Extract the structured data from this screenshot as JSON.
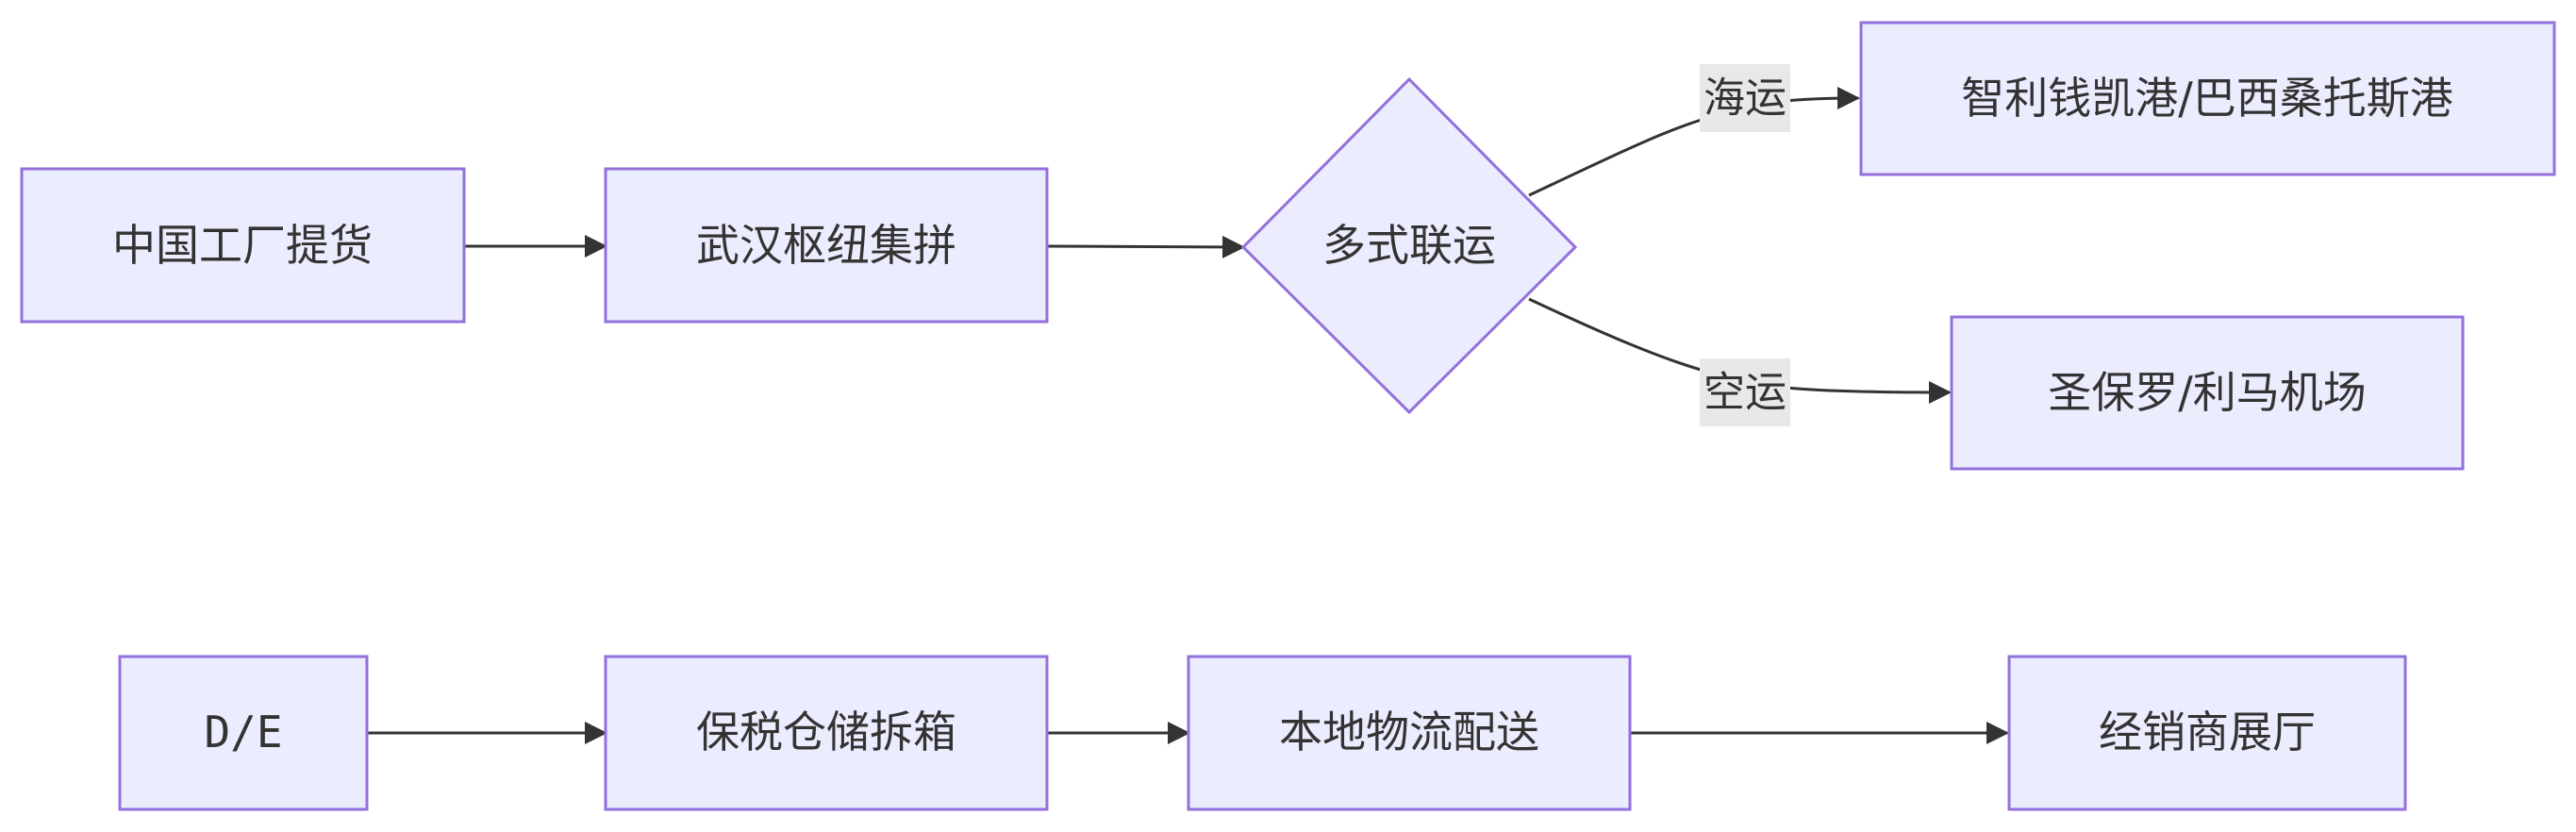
{
  "diagram": {
    "type": "flowchart",
    "nodes": {
      "pickup": "中国工厂提货",
      "hub": "武汉枢纽集拼",
      "multimodal": "多式联运",
      "seaport": "智利钱凯港/巴西桑托斯港",
      "airport": "圣保罗/利马机场",
      "de": "D/E",
      "bonded": "保税仓储拆箱",
      "local": "本地物流配送",
      "showroom": "经销商展厅"
    },
    "edge_labels": {
      "sea": "海运",
      "air": "空运"
    },
    "edges": [
      {
        "from": "pickup",
        "to": "hub"
      },
      {
        "from": "hub",
        "to": "multimodal"
      },
      {
        "from": "multimodal",
        "to": "seaport",
        "label": "海运"
      },
      {
        "from": "multimodal",
        "to": "airport",
        "label": "空运"
      },
      {
        "from": "de",
        "to": "bonded"
      },
      {
        "from": "bonded",
        "to": "local"
      },
      {
        "from": "local",
        "to": "showroom"
      }
    ],
    "colors": {
      "node_fill": "#ECECFF",
      "node_stroke": "#9370DB",
      "edge": "#333333",
      "label_bg": "#E8E8E8",
      "text": "#333333"
    }
  }
}
